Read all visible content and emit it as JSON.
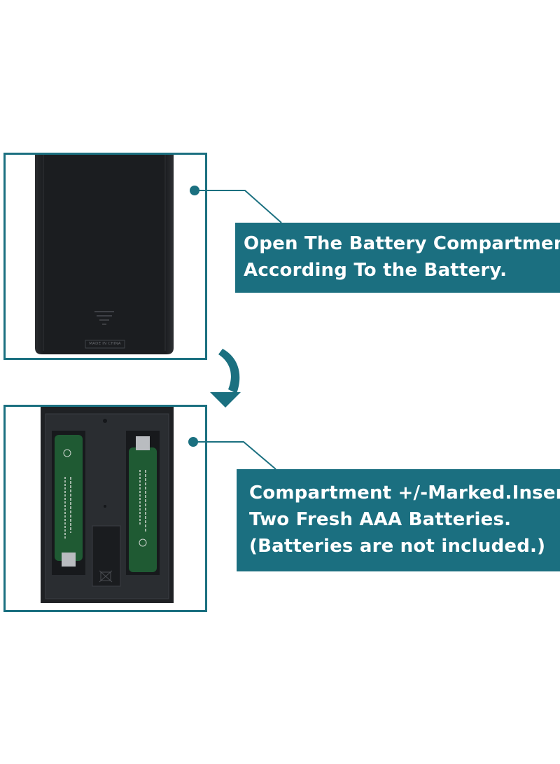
{
  "step1": {
    "caption_lines": [
      "Open The Battery Compartment,",
      "According To the Battery."
    ],
    "imprint": "MADE IN CHINA"
  },
  "step2": {
    "caption_lines": [
      "Compartment +/-Marked.Insert",
      "Two Fresh AAA Batteries.",
      "(Batteries are not included.)"
    ]
  },
  "colors": {
    "accent": "#1b6f80",
    "remote_body": "#1f2124",
    "battery_green": "#1f5a33"
  }
}
